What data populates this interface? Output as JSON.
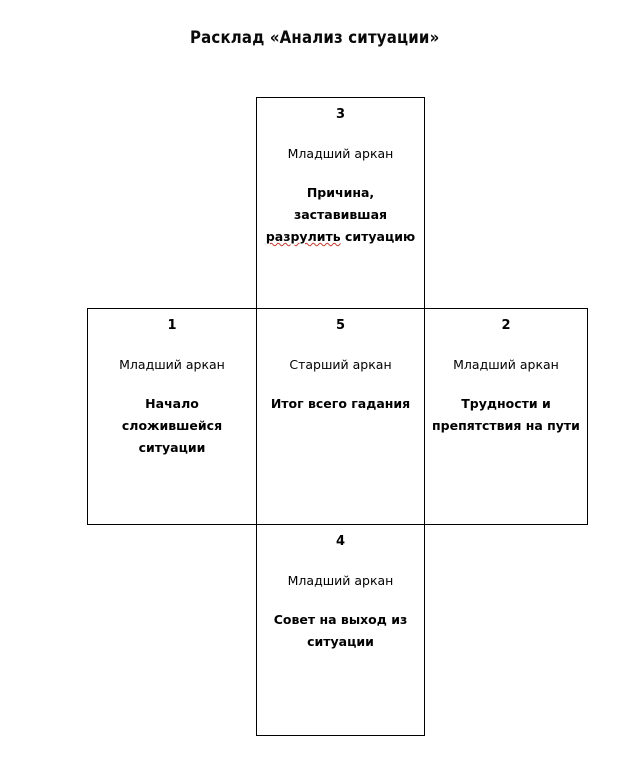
{
  "page": {
    "title": "Расклад «Анализ ситуации»",
    "background_color": "#ffffff",
    "text_color": "#000000",
    "border_color": "#000000",
    "spellcheck_underline_color": "#c0392b"
  },
  "spread": {
    "layout": "cross",
    "cards": [
      {
        "position": "top",
        "index": "3",
        "arcana": "Младший аркан",
        "meaning_line_1": "Причина,",
        "meaning_line_2": "заставившая",
        "meaning_line_3_misspelled": "разрулить",
        "meaning_line_3_rest": " ситуацию"
      },
      {
        "position": "left",
        "index": "1",
        "arcana": "Младший аркан",
        "meaning_line_1": "Начало",
        "meaning_line_2": "сложившейся",
        "meaning_line_3": "ситуации"
      },
      {
        "position": "center",
        "index": "5",
        "arcana": "Старший аркан",
        "meaning_line_1": "Итог всего гадания"
      },
      {
        "position": "right",
        "index": "2",
        "arcana": "Младший аркан",
        "meaning_line_1": "Трудности и",
        "meaning_line_2": "препятствия на пути"
      },
      {
        "position": "bottom",
        "index": "4",
        "arcana": "Младший аркан",
        "meaning_line_1": "Совет на выход из",
        "meaning_line_2": "ситуации"
      }
    ]
  }
}
